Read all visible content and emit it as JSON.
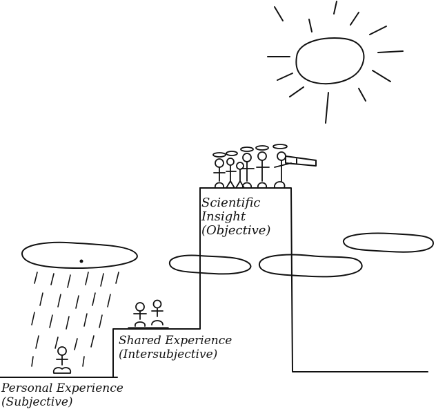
{
  "levels": {
    "scientific": {
      "line1": "Scientific",
      "line2": "Insight",
      "line3": "(Objective)"
    },
    "shared": {
      "line1": "Shared Experience",
      "line2": "(Intersubjective)"
    },
    "personal": {
      "line1": "Personal Experience",
      "line2": "(Subjective)"
    }
  },
  "icons": {
    "sun": "sun-icon",
    "cloud": "cloud-icon",
    "rain": "rain-icon",
    "person": "stick-figure-icon",
    "telescope": "telescope-icon",
    "halo": "halo-icon"
  },
  "colors": {
    "ink": "#111111",
    "background": "#ffffff"
  }
}
